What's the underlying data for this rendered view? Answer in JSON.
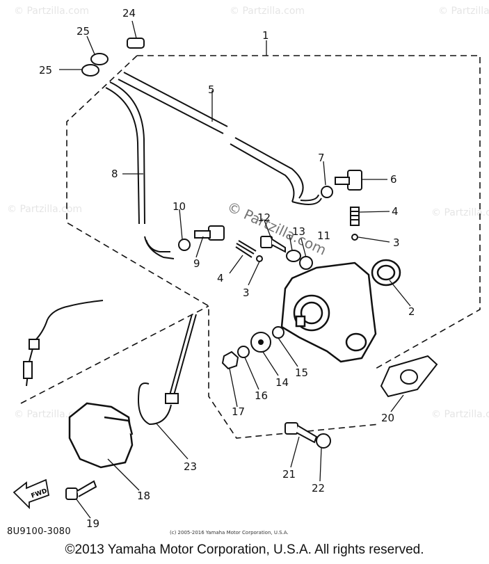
{
  "diagram": {
    "watermark": "© Partzilla.com",
    "callouts": [
      "1",
      "2",
      "3",
      "3",
      "4",
      "4",
      "5",
      "6",
      "7",
      "8",
      "9",
      "10",
      "11",
      "12",
      "13",
      "14",
      "15",
      "16",
      "17",
      "18",
      "19",
      "20",
      "21",
      "22",
      "23",
      "24",
      "25",
      "25"
    ],
    "find_label": "FWD",
    "part_code": "8U9100-3080",
    "small_copyright": "(c) 2005-2016 Yamaha Motor Corporation, U.S.A.",
    "footer_copyright": "©2013 Yamaha Motor Corporation, U.S.A. All rights reserved."
  }
}
